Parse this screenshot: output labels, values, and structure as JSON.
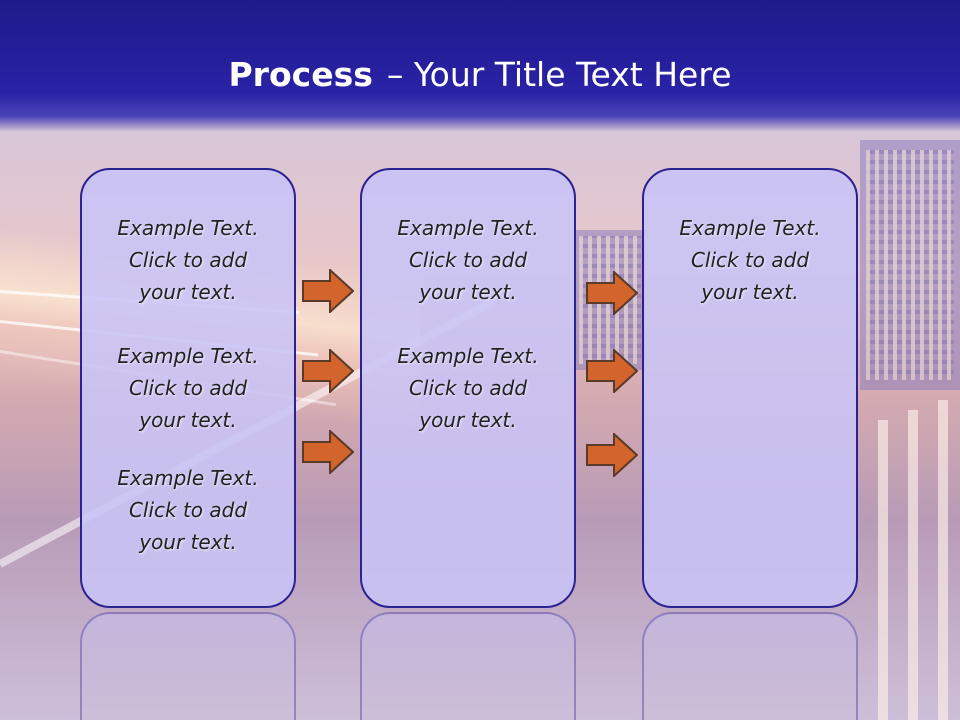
{
  "header": {
    "title_bold": "Process",
    "title_rest": "– Your Title Text Here"
  },
  "columns": [
    {
      "items": [
        [
          "Example Text.",
          "Click  to add",
          "your text."
        ],
        [
          "Example Text.",
          "Click  to add",
          "your text."
        ],
        [
          "Example Text.",
          "Click  to add",
          "your text."
        ]
      ]
    },
    {
      "items": [
        [
          "Example Text.",
          "Click  to add",
          "your text."
        ],
        [
          "Example Text.",
          "Click  to add",
          "your text."
        ]
      ]
    },
    {
      "items": [
        [
          "Example Text.",
          "Click  to add",
          "your text."
        ]
      ]
    }
  ],
  "colors": {
    "header": "#2a22a6",
    "box_fill": "#c8c4f6",
    "box_border": "#2b2192",
    "arrow_fill": "#d2642c",
    "arrow_border": "#5a3a28"
  },
  "icons": [
    "right-arrow-icon"
  ]
}
